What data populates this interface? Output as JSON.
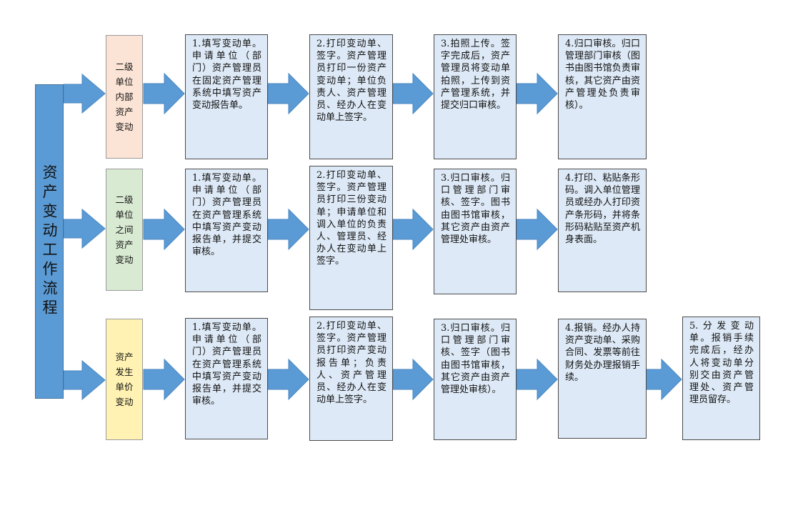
{
  "title": "资产变动工作流程",
  "colors": {
    "bar": "#5b9bd5",
    "arrow": "#5b9bd5",
    "step_fill": "#dde9f6",
    "row1_cat_fill": "#fbe4d5",
    "row2_cat_fill": "#d9ead3",
    "row3_cat_fill": "#fff2b3"
  },
  "rows": [
    {
      "category": "二级单位内部资产变动",
      "steps": [
        "1.填写变动单。申请单位（部门）资产管理员在固定资产管理系统中填写资产变动报告单。",
        "2.打印变动单、签字。资产管理员打印一份资产变动单；单位负责人、资产管理员、经办人在变动单上签字。",
        "3.拍照上传。签字完成后，资产管理员将变动单拍照，上传到资产管理系统，并提交归口审核。",
        "4.归口审核。归口管理部门审核（图书由图书馆负责审核，其它资产由资产管理处负责审核）。"
      ]
    },
    {
      "category": "二级单位之间资产变动",
      "steps": [
        "1.填写变动单。申请单位（部门）资产管理员在资产管理系统中填写资产变动报告单，并提交审核。",
        "2.打印变动单、签字。资产管理员打印三份变动单；申请单位和调入单位的负责人、管理员、经办人在变动单上签字。",
        "3.归口审核。归口管理部门审核、签字。图书由图书馆审核，其它资产由资产管理处审核。",
        "4.打印、粘贴条形码。调入单位管理员或经办人打印资产条形码，并将条形码粘贴至资产机身表面。"
      ]
    },
    {
      "category": "资产发生单价变动",
      "steps": [
        "1.填写变动单。申请单位（部门）资产管理员在资产管理系统中填写资产变动报告单，并提交审核。",
        "2.打印变动单、签字。资产管理员打印资产变动报告单；负责人、资产管理员、经办人在变动单上签字。",
        "3.归口审核。归口管理部门审核、签字（图书由图书馆审核，其它资产由资产管理处审核）。",
        "4.报销。经办人持资产变动单、采购合同、发票等前往财务处办理报销手续。",
        "5.分发变动单。报销手续完成后，经办人将变动单分别交由资产管理处、资产管理员留存。"
      ]
    }
  ]
}
